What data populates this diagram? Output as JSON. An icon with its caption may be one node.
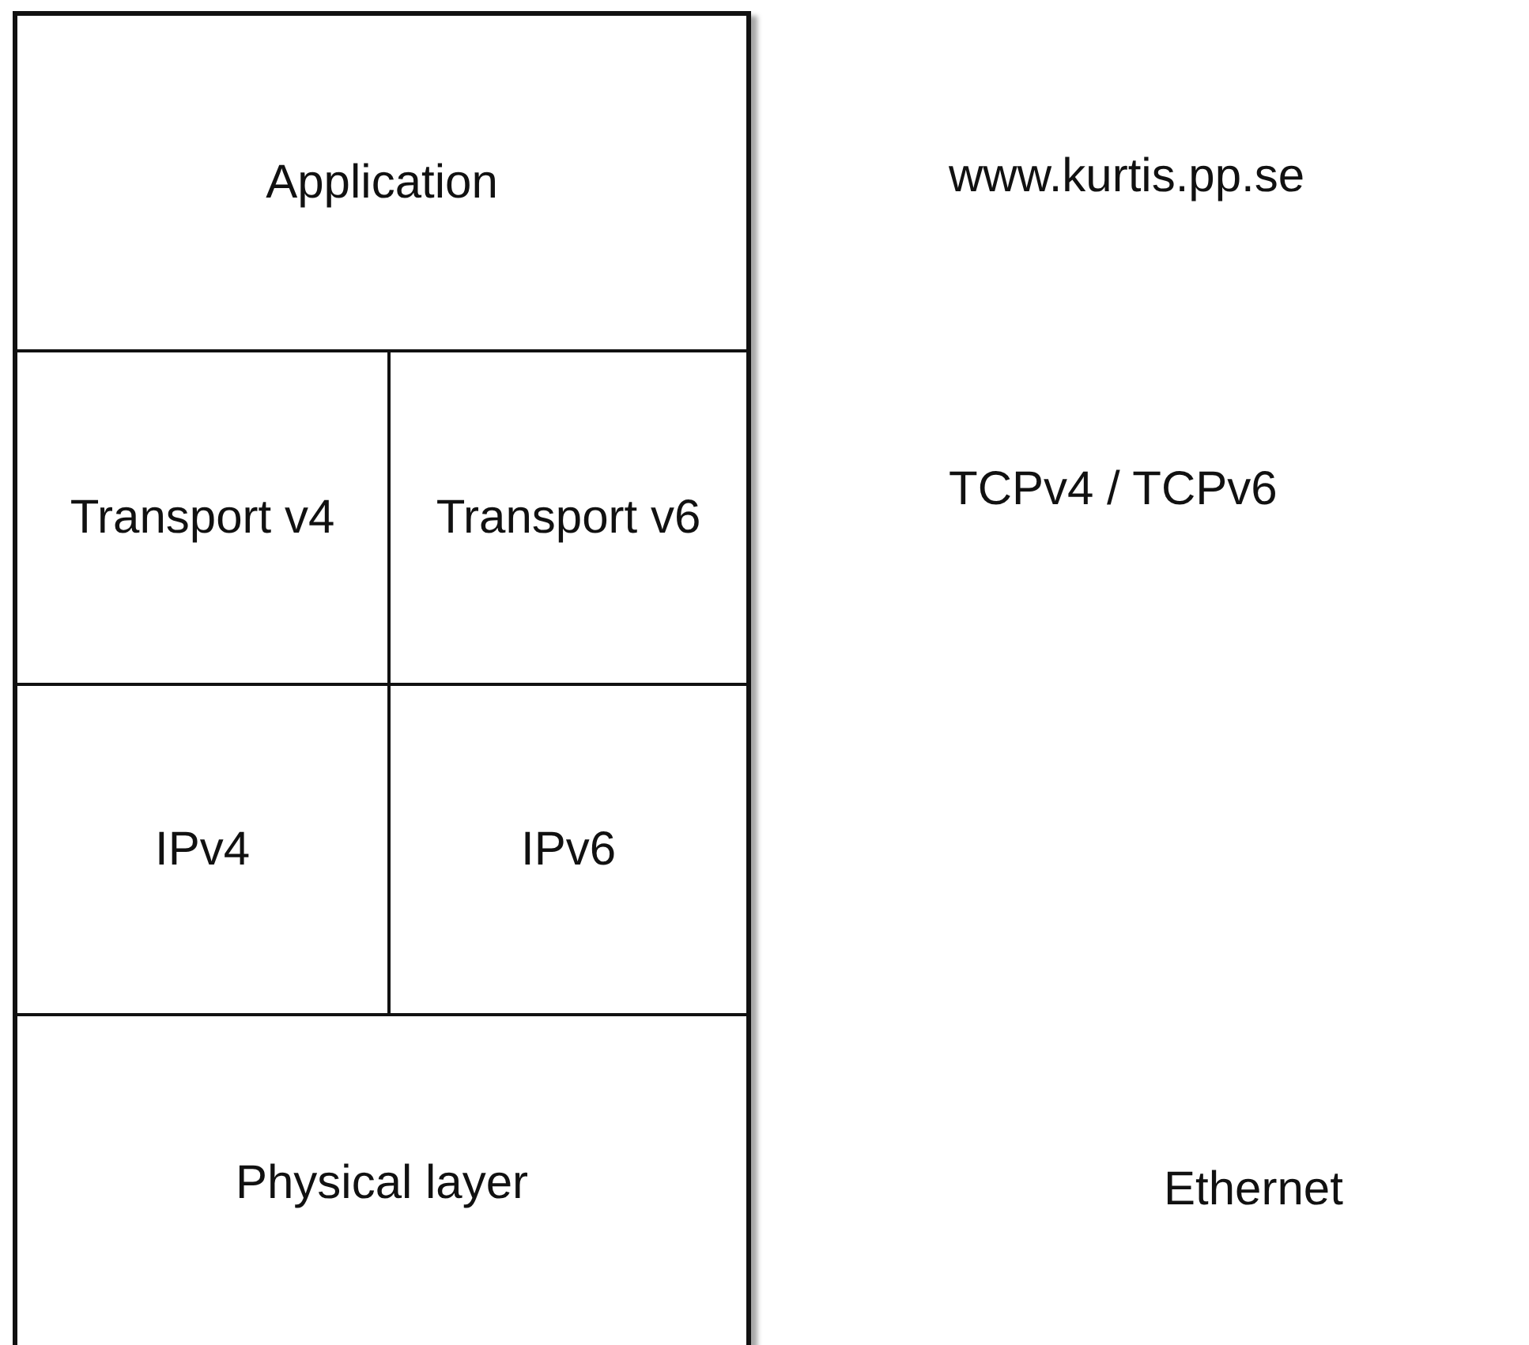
{
  "diagram": {
    "nodes": [
      {
        "text": [
          "Application"
        ]
      },
      {
        "text": [
          "Transport v4"
        ]
      },
      {
        "text": [
          "Transport v6"
        ]
      },
      {
        "text": [
          "IPv4"
        ]
      },
      {
        "text": [
          "IPv6"
        ]
      },
      {
        "text": [
          "Physical layer"
        ]
      }
    ],
    "labels": [
      "www.kurtis.pp.se",
      "TCPv4 / TCPv6",
      "Ethernet"
    ]
  }
}
